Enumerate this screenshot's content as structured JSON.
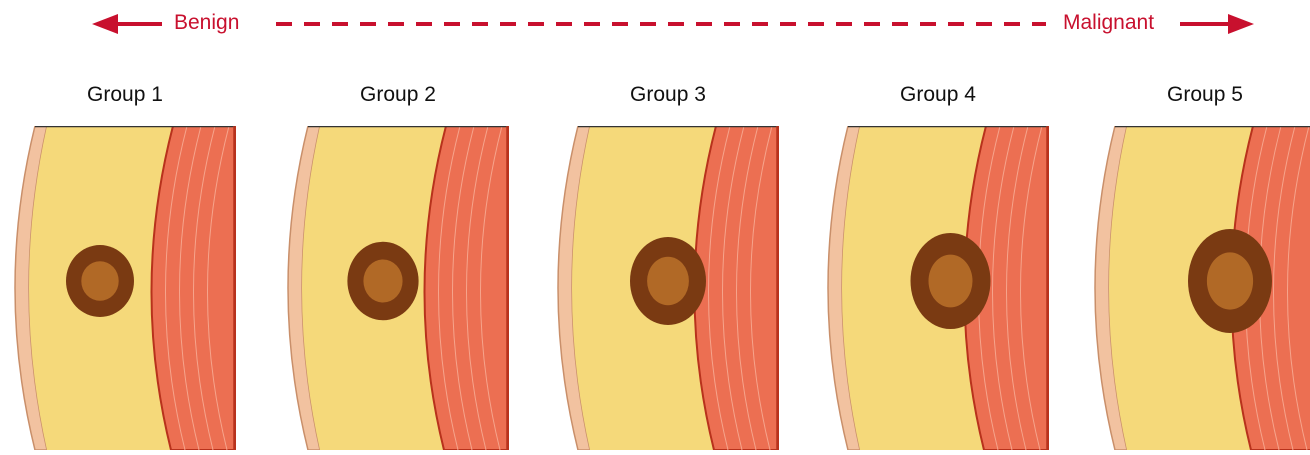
{
  "scale": {
    "benign_label": "Benign",
    "malignant_label": "Malignant",
    "color": "#c8102e"
  },
  "groups": [
    {
      "label": "Group 1",
      "interface_offset": 0.0
    },
    {
      "label": "Group 2",
      "interface_offset": 0.2
    },
    {
      "label": "Group 3",
      "interface_offset": 0.5
    },
    {
      "label": "Group 4",
      "interface_offset": 0.75
    },
    {
      "label": "Group 5",
      "interface_offset": 1.0
    }
  ],
  "colors": {
    "skin": "#f2c2a0",
    "fat": "#f5d97a",
    "muscle": "#ec6f52",
    "muscle_edge": "#b8321c",
    "lesion": "#7a3a12",
    "lesion_core": "#c47a2e"
  }
}
